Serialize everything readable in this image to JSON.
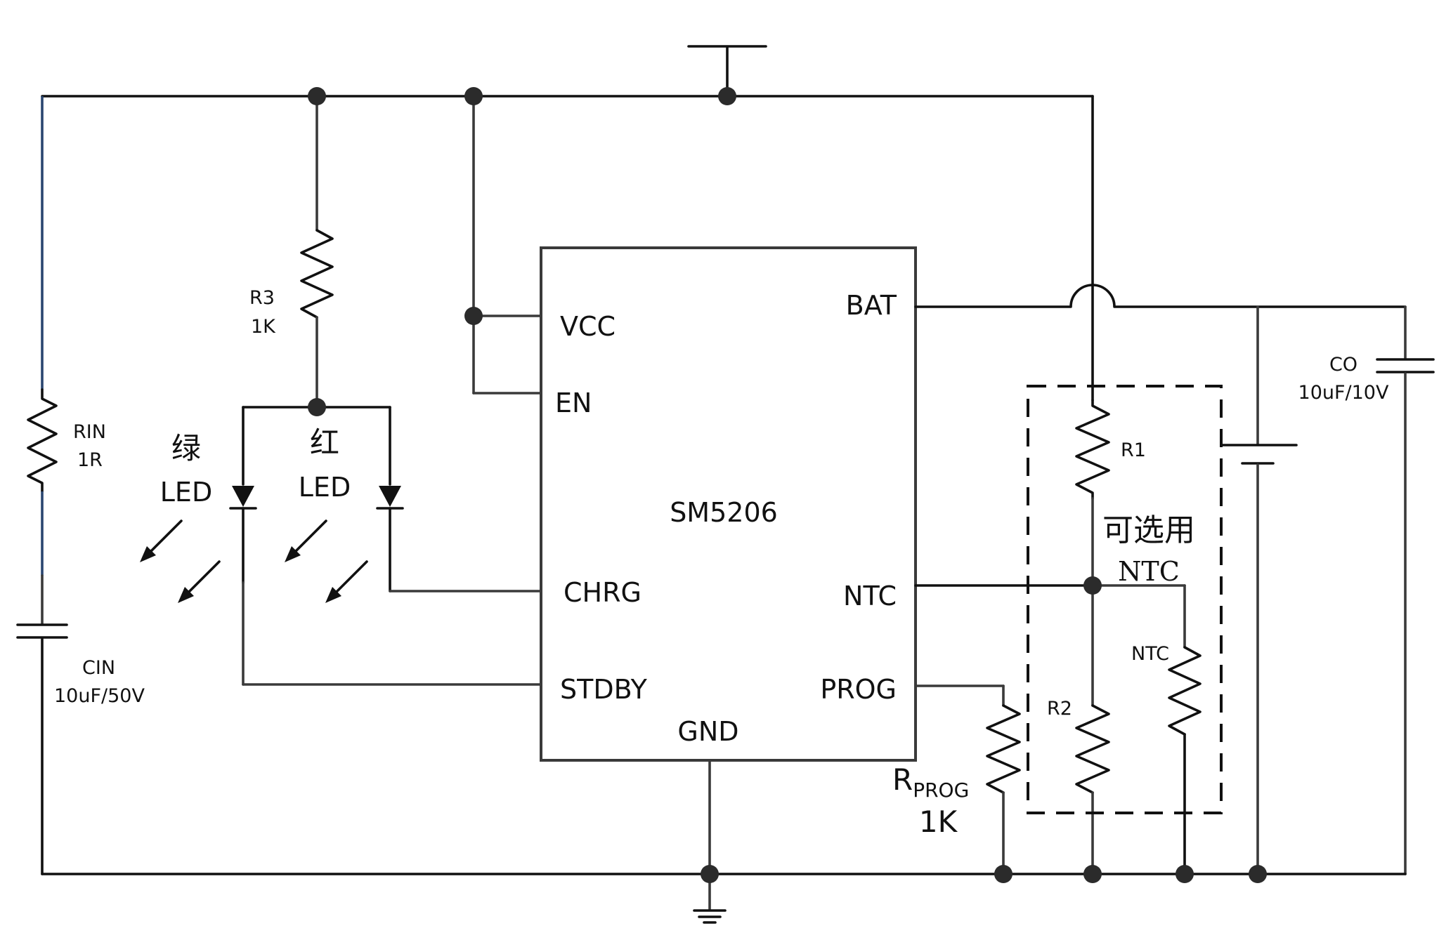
{
  "chip": {
    "name": "SM5206"
  },
  "pins": {
    "vcc": "VCC",
    "en": "EN",
    "chrg": "CHRG",
    "stdby": "STDBY",
    "gnd": "GND",
    "bat": "BAT",
    "ntc": "NTC",
    "prog": "PROG"
  },
  "components": {
    "rin": {
      "name": "RIN",
      "value": "1R"
    },
    "cin": {
      "name": "CIN",
      "value": "10uF/50V"
    },
    "r3": {
      "name": "R3",
      "value": "1K"
    },
    "led_green": {
      "color_label": "绿",
      "type": "LED"
    },
    "led_red": {
      "color_label": "红",
      "type": "LED"
    },
    "co": {
      "name": "CO",
      "value": "10uF/10V"
    },
    "r1": {
      "name": "R1"
    },
    "r2": {
      "name": "R2"
    },
    "ntc_res": {
      "name": "NTC"
    },
    "rprog": {
      "name_main": "R",
      "name_sub": "PROG",
      "value": "1K"
    }
  },
  "optional_block": {
    "label": "可选用",
    "sublabel": "NTC"
  }
}
